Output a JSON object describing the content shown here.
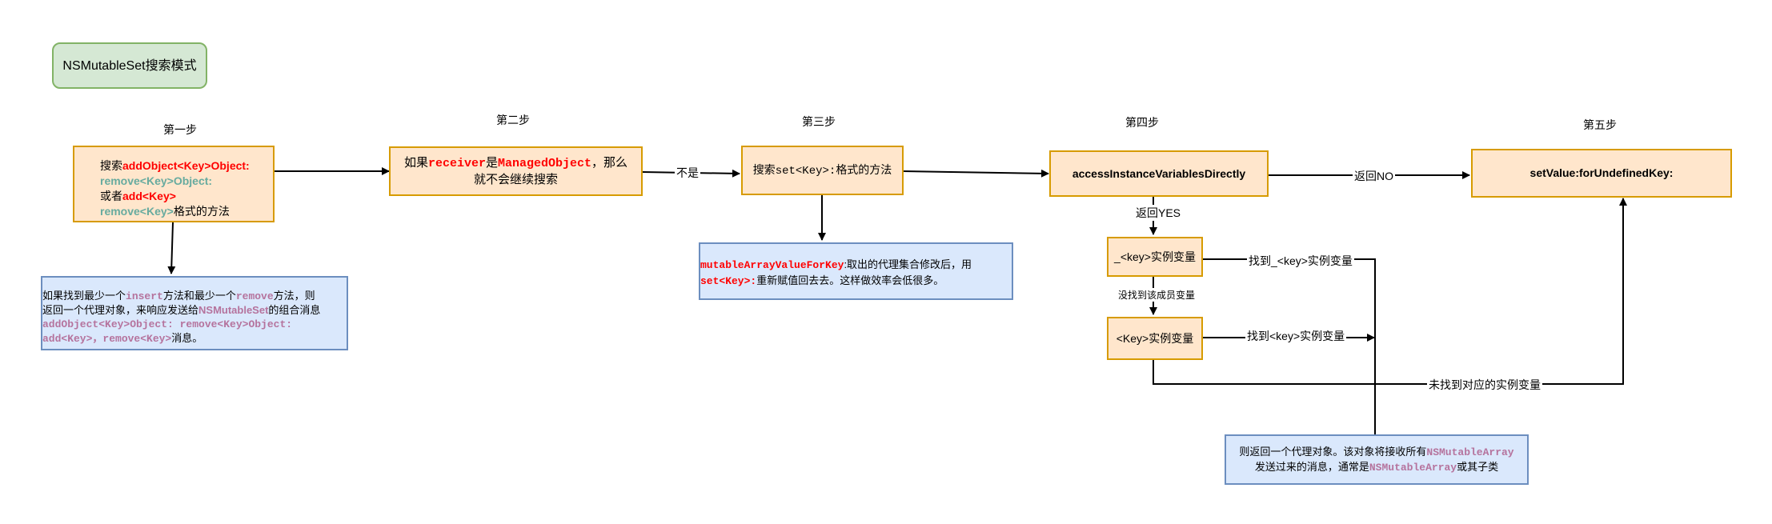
{
  "title": "NSMutableSet搜索模式",
  "steps": {
    "step1": "第一步",
    "step2": "第二步",
    "step3": "第三步",
    "step4": "第四步",
    "step5": "第五步"
  },
  "box1": {
    "l1_a": "搜索",
    "l1_b": "addObject<Key>Object:",
    "l2": "remove<Key>Object:",
    "l3_a": "或者",
    "l3_b": "add<Key>",
    "l4_a": "remove<Key>",
    "l4_b": "格式的方法"
  },
  "box2": {
    "a": "如果",
    "b": "receiver",
    "c": "是",
    "d": "ManagedObject",
    "e": "，那么",
    "f": "就不会继续搜索"
  },
  "box3": {
    "a": "搜索",
    "b": "set<Key>:",
    "c": "格式的方法"
  },
  "box4": {
    "text": "accessInstanceVariablesDirectly"
  },
  "box5": {
    "text": "setValue:forUndefinedKey:"
  },
  "ivar1": {
    "text": "_<key>实例变量"
  },
  "ivar2": {
    "text": "<Key>实例变量"
  },
  "note1": {
    "a": "如果找到最少一个",
    "b": "insert",
    "c": "方法和最少一个",
    "d": "remove",
    "e": "方法，则",
    "f": "返回一个代理对象，来响应发送给",
    "g": "NSMutableSet",
    "h": "的组合消息",
    "i": "addObject<Key>Object: remove<Key>Object:",
    "j": "add<Key>，remove<Key>",
    "k": "消息。"
  },
  "note2": {
    "a": "mutableArrayValueForKey",
    "b": ":取出的代理集合修改后，用",
    "c": "set<Key>:",
    "d": "重新赋值回去去。这样做效率会低很多。"
  },
  "note3": {
    "a": "则返回一个代理对象。该对象将接收所有",
    "b": "NSMutableArray",
    "c": "发送过来的消息，通常是",
    "d": "NSMutableArray",
    "e": "或其子类"
  },
  "edges": {
    "not": "不是",
    "return_no": "返回NO",
    "return_yes": "返回YES",
    "found1": "找到_<key>实例变量",
    "notfound_member": "没找到该成员变量",
    "found2": "找到<key>实例变量",
    "notfound_ivar": "未找到对应的实例变量"
  },
  "colors": {
    "orange_fill": "#ffe6cc",
    "orange_stroke": "#d79b00",
    "blue_fill": "#dae8fc",
    "blue_stroke": "#6c8ebf",
    "green_fill": "#d5e8d4",
    "green_stroke": "#82b366",
    "red_text": "#ff0000",
    "teal_text": "#67ab9f",
    "purple_text": "#b5739d"
  }
}
